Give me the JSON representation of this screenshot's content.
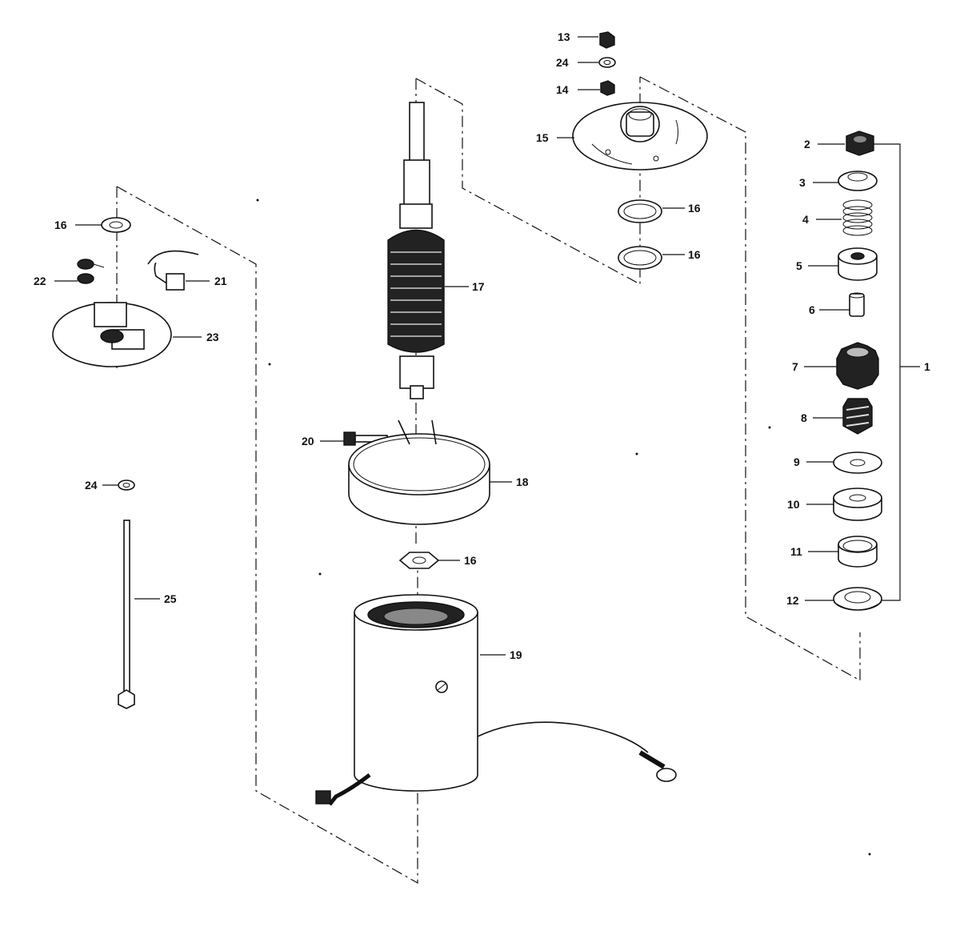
{
  "callouts": {
    "c1": "1",
    "c2": "2",
    "c3": "3",
    "c4": "4",
    "c5": "5",
    "c6": "6",
    "c7": "7",
    "c8": "8",
    "c9": "9",
    "c10": "10",
    "c11": "11",
    "c12": "12",
    "c13": "13",
    "c14": "14",
    "c15": "15",
    "c16a": "16",
    "c16b": "16",
    "c16c": "16",
    "c16d": "16",
    "c17": "17",
    "c18": "18",
    "c19": "19",
    "c20": "20",
    "c21": "21",
    "c22": "22",
    "c23": "23",
    "c24a": "24",
    "c24b": "24",
    "c25": "25"
  },
  "colors": {
    "ink": "#111111",
    "background": "#ffffff"
  }
}
